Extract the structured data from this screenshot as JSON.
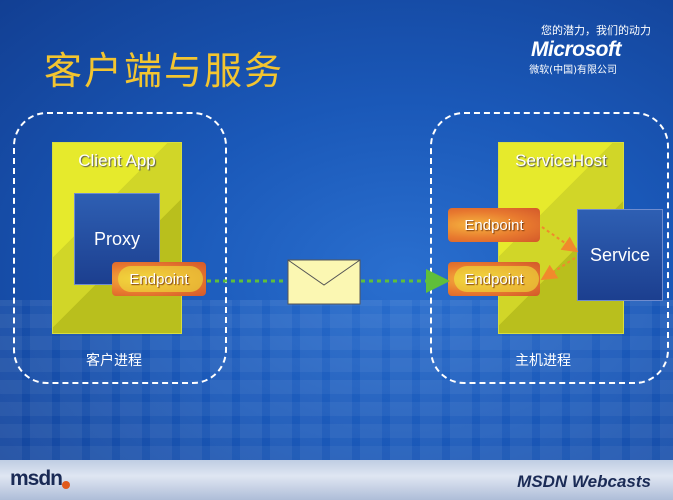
{
  "title": "客户端与服务",
  "header": {
    "tagline": "您的潜力，我们的动力",
    "brand": "Microsoft",
    "brand_sub": "微软(中国)有限公司"
  },
  "client": {
    "region_label": "客户进程",
    "app_title": "Client App",
    "proxy_label": "Proxy",
    "endpoint_label": "Endpoint"
  },
  "host": {
    "region_label": "主机进程",
    "app_title": "ServiceHost",
    "service_label": "Service",
    "endpoints": [
      "Endpoint",
      "Endpoint"
    ]
  },
  "footer": {
    "msdn_logo": "msdn",
    "webcasts": "MSDN Webcasts"
  },
  "colors": {
    "title": "#f3c530",
    "background": "#1a58b8",
    "app_box": "#e6ea2c",
    "endpoint": "#e87a2f",
    "connector": "#5fbf3a",
    "envelope": "#fbf7b2"
  }
}
